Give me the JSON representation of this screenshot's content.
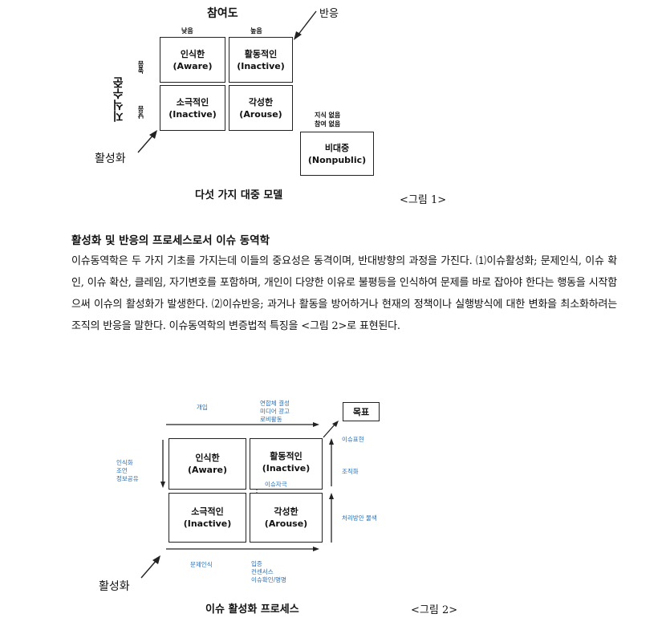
{
  "fig1": {
    "top_label": "참여도",
    "reaction_label": "반응",
    "col_low": "낮음",
    "col_high": "높음",
    "row_axis": "지식수준",
    "row_high": "높음",
    "row_low": "낮음",
    "cells": [
      {
        "ko": "인식한",
        "en": "(Aware)"
      },
      {
        "ko": "활동적인",
        "en": "(Inactive)"
      },
      {
        "ko": "소극적인",
        "en": "(Inactive)"
      },
      {
        "ko": "각성한",
        "en": "(Arouse)"
      }
    ],
    "nonpublic_note_1": "지식 없음",
    "nonpublic_note_2": "참여 없음",
    "nonpublic_ko": "비대중",
    "nonpublic_en": "(Nonpublic)",
    "activation_label": "활성화",
    "model_title": "다섯 가지 대중 모델",
    "caption": "<그림 1>"
  },
  "section": {
    "heading": "활성화 및 반응의 프로세스로서 이슈 동역학",
    "body": "이슈동역학은 두 가지 기초를 가지는데 이들의 중요성은 동격이며, 반대방향의 과정을 가진다. ⑴이슈활성화; 문제인식, 이슈 확인, 이슈 확산, 클레임, 자기변호를 포함하며, 개인이 다양한 이유로 불평등을 인식하여 문제를 바로 잡아야 한다는 행동을 시작함으써 이슈의 활성화가 발생한다. ⑵이슈반응; 과거나 활동을 방어하거나 현재의 정책이나 실행방식에 대한 변화을 최소화하려는 조직의 반응을 말한다. 이슈동역학의 변증법적 특징을 <그림 2>로 표현된다."
  },
  "fig2": {
    "cells": [
      {
        "ko": "인식한",
        "en": "(Aware)"
      },
      {
        "ko": "활동적인",
        "en": "(Inactive)"
      },
      {
        "ko": "소극적인",
        "en": "(Inactive)"
      },
      {
        "ko": "각성한",
        "en": "(Arouse)"
      }
    ],
    "goal": "목표",
    "top_left": "개입",
    "top_mid": [
      "연합체 결성",
      "미디어 광고",
      "로비활동"
    ],
    "issue_expression": "이슈표현",
    "left": [
      "인식화",
      "조언",
      "정보공유"
    ],
    "right_org": "조직화",
    "center": "이슈자극",
    "right_search": "처리방안 물색",
    "bottom_left": "문제인식",
    "bottom_mid": [
      "입증",
      "컨센서스",
      "이슈확인/명명"
    ],
    "activation_label": "활성화",
    "process_title": "이슈 활성화 프로세스",
    "caption": "<그림 2>"
  }
}
